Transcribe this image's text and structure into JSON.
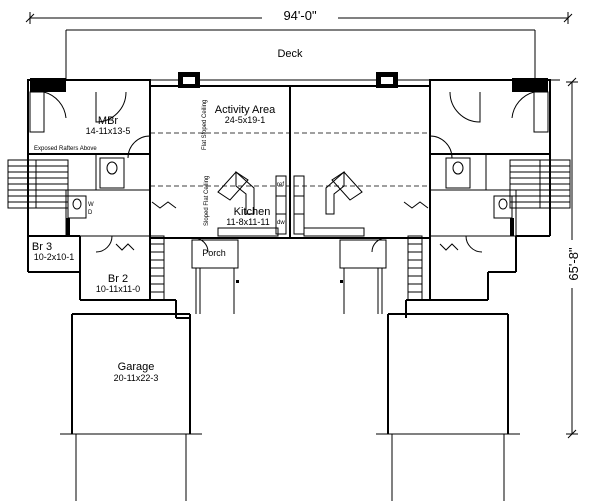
{
  "dimensions": {
    "width": "94'-0\"",
    "depth": "65'-8\""
  },
  "rooms": {
    "deck": "Deck",
    "activity": {
      "name": "Activity Area",
      "size": "24-5x19-1"
    },
    "mbr": {
      "name": "MBr",
      "size": "14-11x13-5"
    },
    "kitchen": {
      "name": "Kitchen",
      "size": "11-8x11-11"
    },
    "br3": {
      "name": "Br 3",
      "size": "10-2x10-1"
    },
    "br2": {
      "name": "Br 2",
      "size": "10-11x11-0"
    },
    "garage": {
      "name": "Garage",
      "size": "20-11x22-3"
    },
    "porch": "Porch"
  },
  "notes": {
    "rafters": "Exposed Rafters Above",
    "flat_ceiling": "Flat Sloped Ceiling",
    "sloped_flat_ceiling": "Sloped Flat Ceiling",
    "ref": "ref",
    "dw": "dw",
    "w": "W",
    "d": "D"
  }
}
